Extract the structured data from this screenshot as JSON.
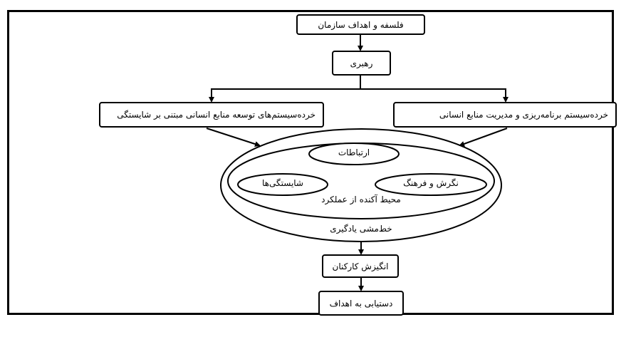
{
  "diagram": {
    "philosophy": "فلسفه و اهداف سازمان",
    "leadership": "رهبری",
    "hr_development": "خرده‌سیستم‌های توسعه منابع انسانی مبتنی بر شایستگی",
    "hr_planning": "خرده‌سیستم برنامه‌ریزی و مدیریت منابع انسانی",
    "communication": "ارتباطات",
    "competencies": "شایستگی‌ها",
    "attitude_culture": "نگرش و فرهنگ",
    "environment": "محیط آکنده از عملکرد",
    "learning_policy": "خط‌مشی یادگیری",
    "motivation": "انگیزش کارکنان",
    "goal_achievement": "دستیابی به اهداف"
  },
  "colors": {
    "stroke": "#000000",
    "background": "#ffffff"
  }
}
